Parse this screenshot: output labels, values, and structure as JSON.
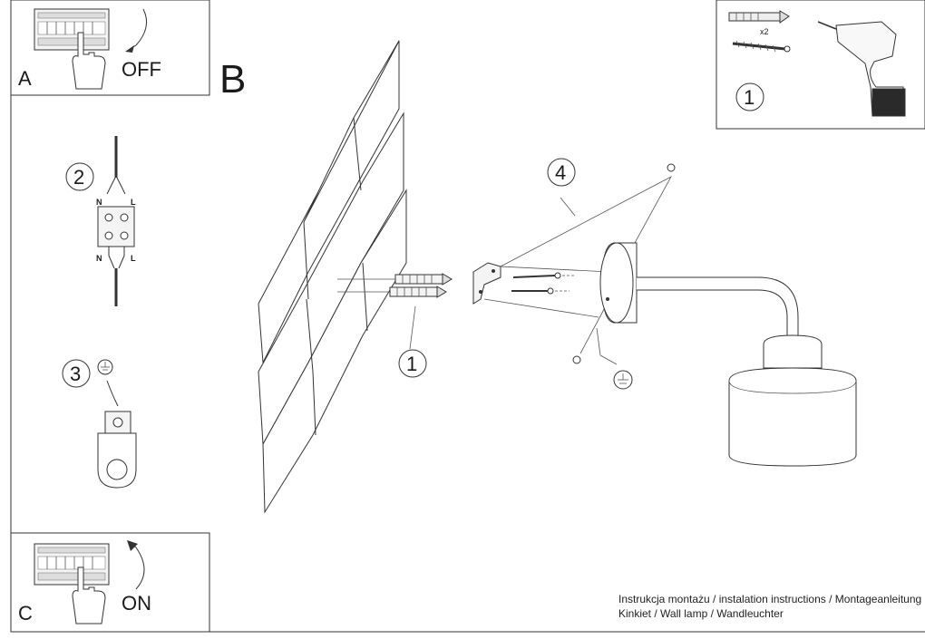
{
  "panel_a": {
    "letter": "A",
    "action": "OFF"
  },
  "panel_b": {
    "letter": "B"
  },
  "panel_c": {
    "letter": "C",
    "action": "ON"
  },
  "tools_panel": {
    "step": "1",
    "quantity": "x2"
  },
  "step_wiring": {
    "step": "2",
    "neutral_label": "N",
    "live_label": "L"
  },
  "step_ground": {
    "step": "3"
  },
  "main_steps": {
    "anchor_step": "1",
    "cover_step": "4"
  },
  "footer": {
    "line1": "Instrukcja montażu / instalation instructions / Montageanleitung",
    "line2": "Kinkiet / Wall lamp / Wandleuchter"
  }
}
